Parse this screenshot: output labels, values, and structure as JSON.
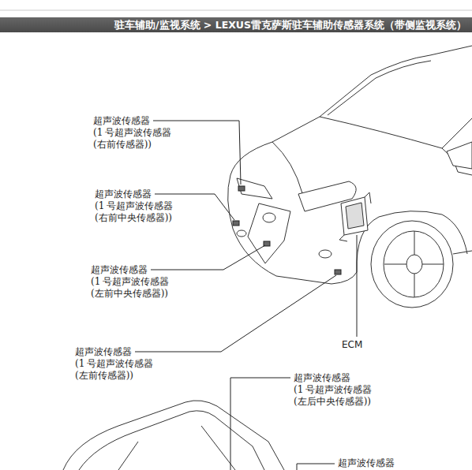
{
  "diagram": {
    "title": "驻车辅助/监视系统 > LEXUS雷克萨斯驻车辅助传感器系统（带侧监视系统）",
    "labels": [
      "超声波传感器 (1 号超声波传感器 (右前传感器))",
      "超声波传感器 (1 号超声波传感器 (右前中央传感器))",
      "超声波传感器 (1 号超声波传感器 (左前中央传感器))",
      "超声波传感器 (1 号超声波传感器 (左前传感器))",
      "ECM",
      "超声波传感器 (1 号超声波传感器 (左后中央传感器))",
      "超声波传感器"
    ]
  }
}
